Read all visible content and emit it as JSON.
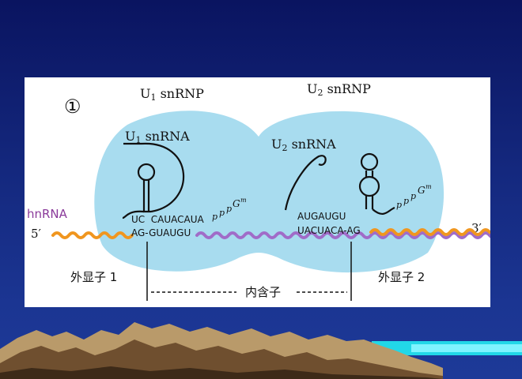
{
  "panel": {
    "step_number": "①",
    "u1_snrnp": {
      "main": "U",
      "sub": "1",
      "rest": " snRNP"
    },
    "u2_snrnp": {
      "main": "U",
      "sub": "2",
      "rest": " snRNP"
    },
    "u1_snrna": {
      "main": "U",
      "sub": "1",
      "rest": " snRNA"
    },
    "u2_snrna": {
      "main": "U",
      "sub": "2",
      "rest": " snRNA"
    },
    "hnrna_label": "hnRNA",
    "five_prime": "5′",
    "three_prime": "3′",
    "u1_pairing_seq": "UC  CAUACAUA",
    "u1_cap": {
      "p1": "p",
      "p2": "p",
      "p3": "p",
      "g": "G",
      "m": "m"
    },
    "u2_pairing_seq": "AUGAUGU",
    "u2_cap": {
      "p1": "p",
      "p2": "p",
      "p3": "p",
      "g": "G",
      "m": "m"
    },
    "donor_site_seq": "AG-GUAUGU",
    "branch_site_seq": "UACUACA-AG",
    "exon1_label": "外显子 1",
    "exon2_label": "外显子 2",
    "intron_label": "内含子"
  },
  "colors": {
    "snrnp_blob": "#a8dcef",
    "exon_strand": "#f0961f",
    "intron_strand": "#a06cc8",
    "hnrna_label": "#8a3a9a",
    "background": "#14287e"
  }
}
